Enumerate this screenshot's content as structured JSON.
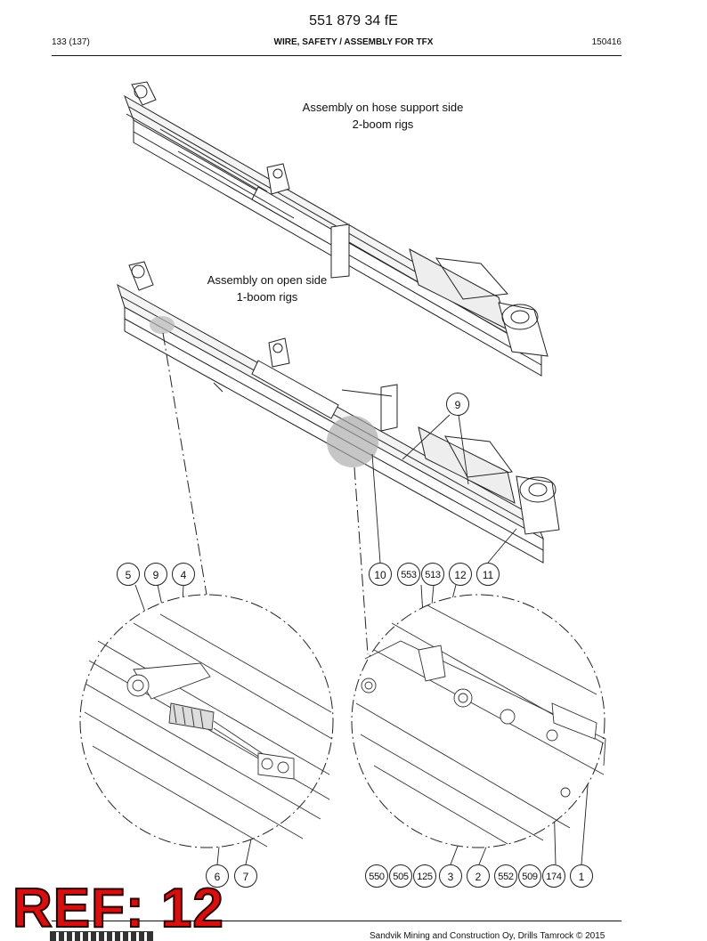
{
  "header": {
    "doc_number": "551 879 34 fE",
    "page": "133 (137)",
    "title": "WIRE, SAFETY / ASSEMBLY FOR TFX",
    "date": "150416"
  },
  "captions": {
    "top_line1": "Assembly on hose support side",
    "top_line2": "2-boom rigs",
    "mid_line1": "Assembly on open side",
    "mid_line2": "1-boom rigs"
  },
  "callouts": {
    "main": [
      "9"
    ],
    "left_top": [
      "5",
      "9",
      "4"
    ],
    "left_bottom": [
      "6",
      "7"
    ],
    "right_top": [
      "10",
      "553",
      "513",
      "12",
      "11"
    ],
    "right_bottom": [
      "550",
      "505",
      "125",
      "3",
      "2",
      "552",
      "509",
      "174",
      "1"
    ]
  },
  "stamp": "REF: 12",
  "footer": {
    "copyright": "Sandvik Mining and Construction Oy, Drills Tamrock © 2015"
  }
}
